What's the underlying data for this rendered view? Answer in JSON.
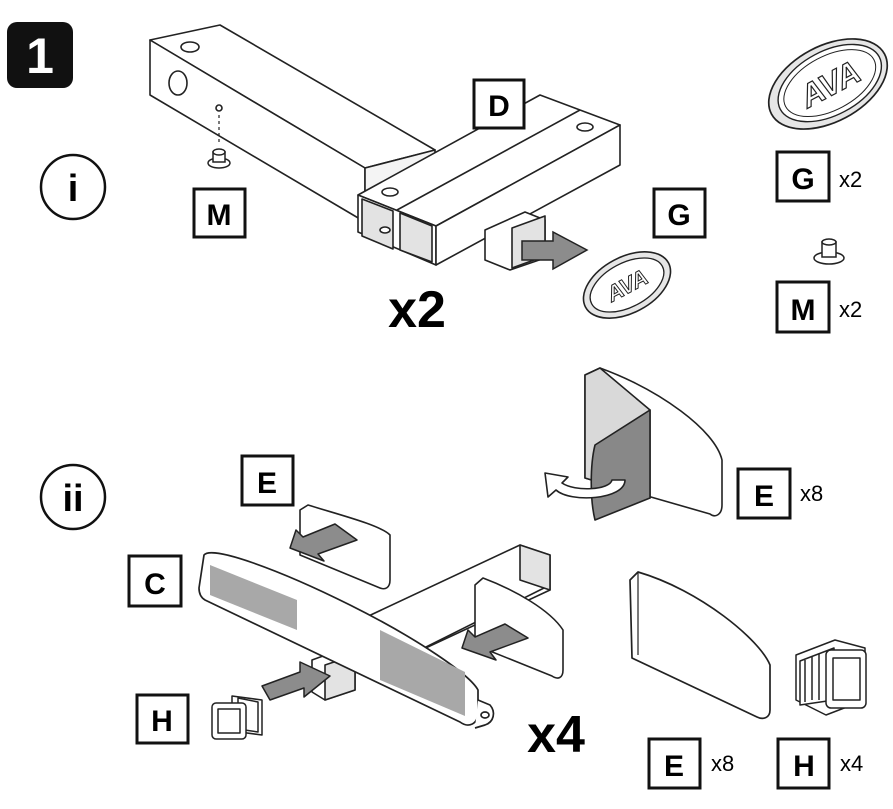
{
  "step": {
    "number": "1"
  },
  "sections": [
    {
      "id": "i",
      "numeral": "i"
    },
    {
      "id": "ii",
      "numeral": "ii"
    }
  ],
  "labels": {
    "d_main": "D",
    "m_main": "M",
    "g_main": "G",
    "e_main": "E",
    "c_main": "C",
    "h_main": "H"
  },
  "multipliers": {
    "section_i": "x2",
    "section_ii": "x4"
  },
  "parts_list": [
    {
      "code": "G",
      "qty": "x2"
    },
    {
      "code": "M",
      "qty": "x2"
    },
    {
      "code": "E",
      "qty": "x8"
    },
    {
      "code": "E",
      "qty": "x8"
    },
    {
      "code": "H",
      "qty": "x4"
    }
  ],
  "logo_text": "AVA",
  "colors": {
    "ink": "#111111",
    "panel_grey": "#a8a8a8",
    "arrow_grey": "#8c8c8c",
    "shade": "#e3e3e3"
  }
}
